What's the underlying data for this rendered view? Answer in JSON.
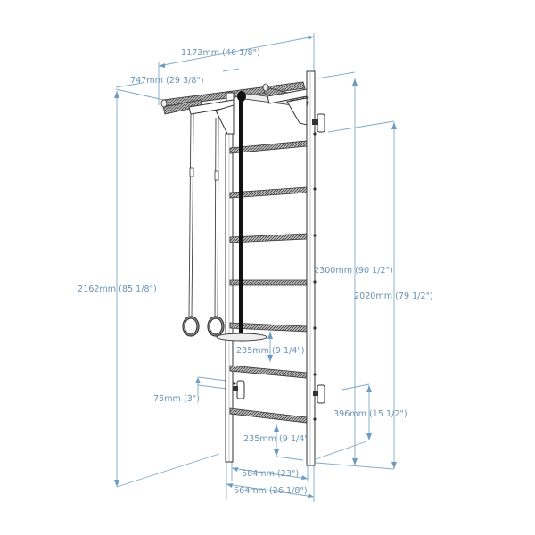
{
  "diagram": {
    "type": "product dimension drawing",
    "subject": "wall bars with pull-up bar, gymnastic rings, climbing rope and trapeze",
    "line_color": "#7fa9c9",
    "text_color": "#6a93b5",
    "dimensions": {
      "pullup_width": "1173mm (46 1/8\")",
      "pullup_depth": "747mm (29 3/8\")",
      "total_height_rings": "2162mm (85 1/8\")",
      "total_height": "2300mm (90 1/2\")",
      "wall_height": "2020mm (79 1/2\")",
      "rung_spacing_upper": "235mm (9 1/4\")",
      "bracket_offset": "75mm (3\")",
      "bracket_height": "396mm (15 1/2\")",
      "rung_spacing_lower": "235mm (9 1/4\"",
      "inner_width": "584mm (23\")",
      "outer_width": "664mm (26 1/8\")"
    },
    "components": [
      "ladder-frame",
      "rungs",
      "pull-up-bar",
      "gymnastic-rings",
      "climbing-rope",
      "trapeze-bar",
      "wall-brackets"
    ]
  }
}
